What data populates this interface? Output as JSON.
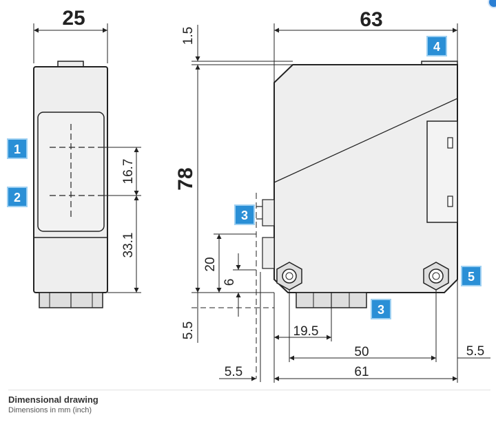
{
  "dimensions": {
    "width_side": "25",
    "width_front": "63",
    "height_front": "78",
    "top_gap": "1.5",
    "window_split": "16.7",
    "lower_height": "33.1",
    "connector_offset": "20",
    "connector_small": "6",
    "bottom_gap": "5.5",
    "bottom_offset": "19.5",
    "hole_spacing": "50",
    "right_gap": "5.5",
    "left_gap": "5.5",
    "overall_base": "61"
  },
  "callouts": [
    "1",
    "2",
    "3",
    "4",
    "5",
    "3"
  ],
  "colors": {
    "callout_fill": "#2a8fd6",
    "callout_border": "#9ed0f2",
    "body_fill": "#eeeeee",
    "line": "#222222"
  },
  "caption": {
    "title": "Dimensional drawing",
    "subtitle": "Dimensions in mm (inch)"
  }
}
